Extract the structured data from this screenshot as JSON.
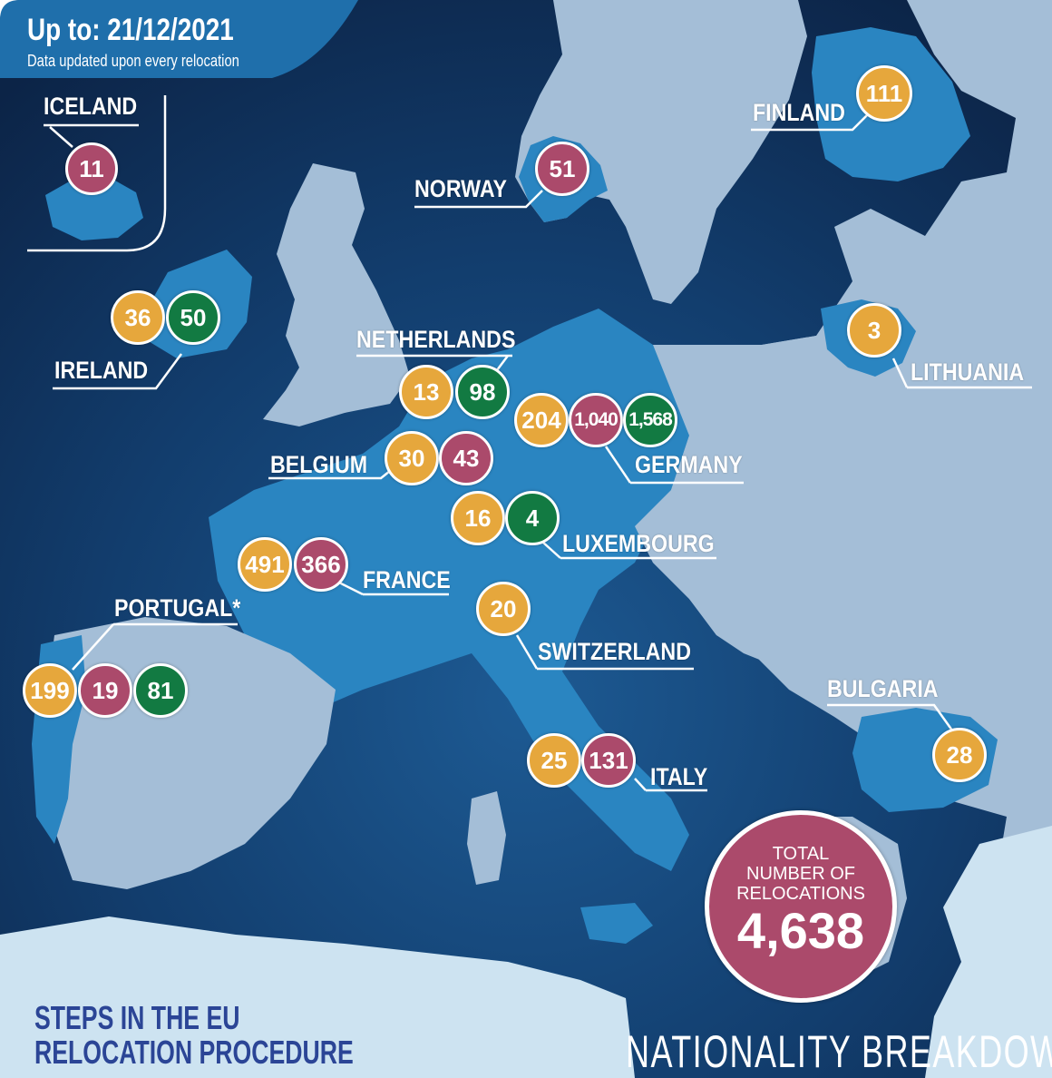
{
  "header": {
    "date_line": "Up to: 21/12/2021",
    "sub_line": "Data updated upon every relocation"
  },
  "footer": {
    "steps_line1": "STEPS IN THE EU",
    "steps_line2": "RELOCATION PROCEDURE",
    "breakdown": "NATIONALITY  BREAKDOWN"
  },
  "total": {
    "caption_line1": "TOTAL",
    "caption_line2": "NUMBER OF",
    "caption_line3": "RELOCATIONS",
    "value": "4,638"
  },
  "colors": {
    "sea": "#0e2a52",
    "sea_light": "#1b4e86",
    "land_grey": "#a4bed7",
    "land_member": "#2a85c1",
    "badge_yellow": "#e6a73c",
    "badge_red": "#ab4a6b",
    "badge_green": "#127a42"
  },
  "countries": {
    "iceland": {
      "name": "ICELAND",
      "values": [
        "11"
      ]
    },
    "norway": {
      "name": "NORWAY",
      "values": [
        "51"
      ]
    },
    "finland": {
      "name": "FINLAND",
      "values": [
        "111"
      ]
    },
    "ireland": {
      "name": "IRELAND",
      "values": [
        "36",
        "50"
      ]
    },
    "netherlands": {
      "name": "NETHERLANDS",
      "values": [
        "13",
        "98"
      ]
    },
    "germany": {
      "name": "GERMANY",
      "values": [
        "204",
        "1,040",
        "1,568"
      ]
    },
    "lithuania": {
      "name": "LITHUANIA",
      "values": [
        "3"
      ]
    },
    "belgium": {
      "name": "BELGIUM",
      "values": [
        "30",
        "43"
      ]
    },
    "luxembourg": {
      "name": "LUXEMBOURG",
      "values": [
        "16",
        "4"
      ]
    },
    "france": {
      "name": "FRANCE",
      "values": [
        "491",
        "366"
      ]
    },
    "portugal": {
      "name": "PORTUGAL*",
      "values": [
        "199",
        "19",
        "81"
      ]
    },
    "switzerland": {
      "name": "SWITZERLAND",
      "values": [
        "20"
      ]
    },
    "bulgaria": {
      "name": "BULGARIA",
      "values": [
        "28"
      ]
    },
    "italy": {
      "name": "ITALY",
      "values": [
        "25",
        "131"
      ]
    }
  }
}
